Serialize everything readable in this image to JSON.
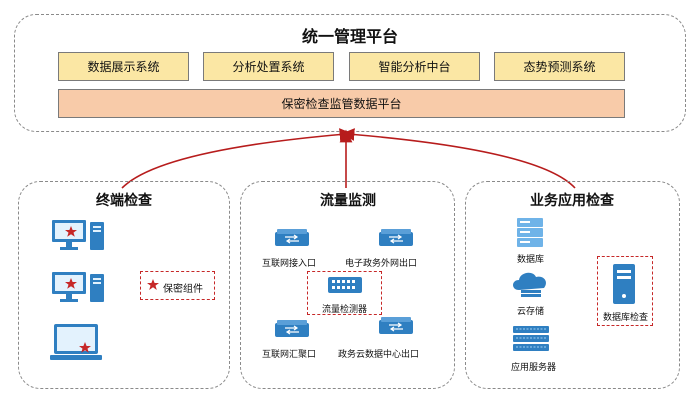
{
  "top": {
    "title": "统一管理平台",
    "systems": [
      "数据展示系统",
      "分析处置系统",
      "智能分析中台",
      "态势预测系统"
    ],
    "platform": "保密检查监管数据平台"
  },
  "panels": {
    "terminal": {
      "title": "终端检查",
      "component_label": "保密组件"
    },
    "traffic": {
      "title": "流量监测",
      "nodes": [
        "互联网接入口",
        "电子政务外网出口",
        "流量检测器",
        "互联网汇聚口",
        "政务云数据中心出口"
      ]
    },
    "business": {
      "title": "业务应用检查",
      "items": [
        "数据库",
        "云存储",
        "应用服务器",
        "数据库检查"
      ]
    }
  },
  "colors": {
    "system_fill": "#fbe7a4",
    "platform_fill": "#f8cba9",
    "arrow": "#b71c1c",
    "accent_red": "#c62828",
    "device_blue": "#2f7fc1"
  },
  "icons": [
    "desktop-computer-icon",
    "laptop-icon",
    "star-icon",
    "network-switch-icon",
    "detector-icon",
    "database-icon",
    "cloud-storage-icon",
    "app-server-icon",
    "server-tower-icon"
  ]
}
